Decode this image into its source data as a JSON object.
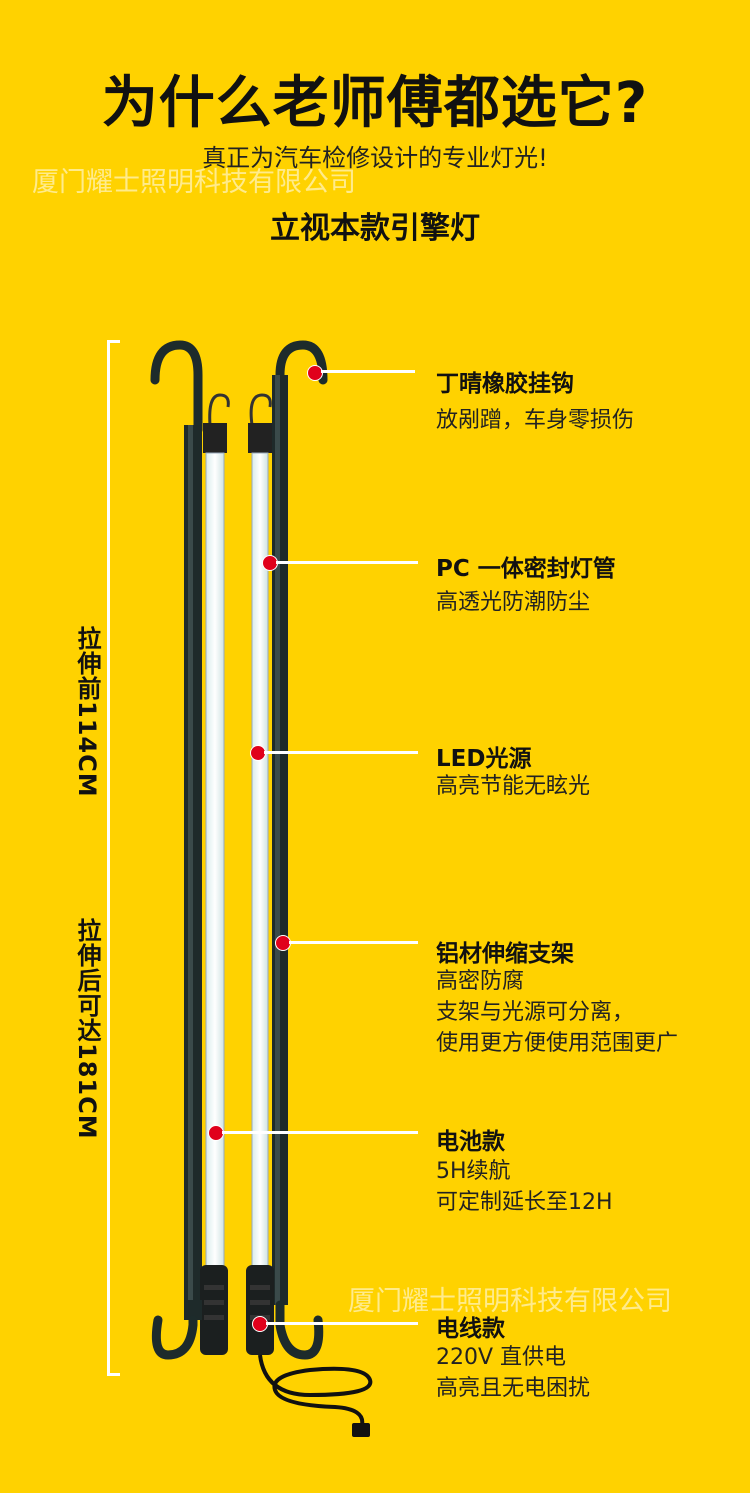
{
  "heading": {
    "title": "为什么老师傅都选它?",
    "subtitle": "真正为汽车检修设计的专业灯光!",
    "model": "立视本款引擎灯"
  },
  "watermark": "厦门耀士照明科技有限公司",
  "watermark2": "厦门耀士照明科技有限公司",
  "dimensions": {
    "before": "拉伸前114CM",
    "after": "拉伸后可达181CM"
  },
  "features": [
    {
      "title": "丁晴橡胶挂钩",
      "lines": [
        "放剐蹭，车身零损伤"
      ]
    },
    {
      "title": "PC 一体密封灯管",
      "lines": [
        "高透光防潮防尘"
      ]
    },
    {
      "title": "LED光源",
      "lines": [
        "高亮节能无眩光"
      ]
    },
    {
      "title": "铝材伸缩支架",
      "lines": [
        "高密防腐",
        "支架与光源可分离，",
        "使用更方便使用范围更广"
      ]
    },
    {
      "title": "电池款",
      "lines": [
        "5H续航",
        "可定制延长至12H"
      ]
    },
    {
      "title": "电线款",
      "lines": [
        "220V 直供电",
        "高亮且无电困扰"
      ]
    }
  ],
  "colors": {
    "background": "#FFD200",
    "dot": "#E0001B",
    "line": "#FFFFFF"
  }
}
